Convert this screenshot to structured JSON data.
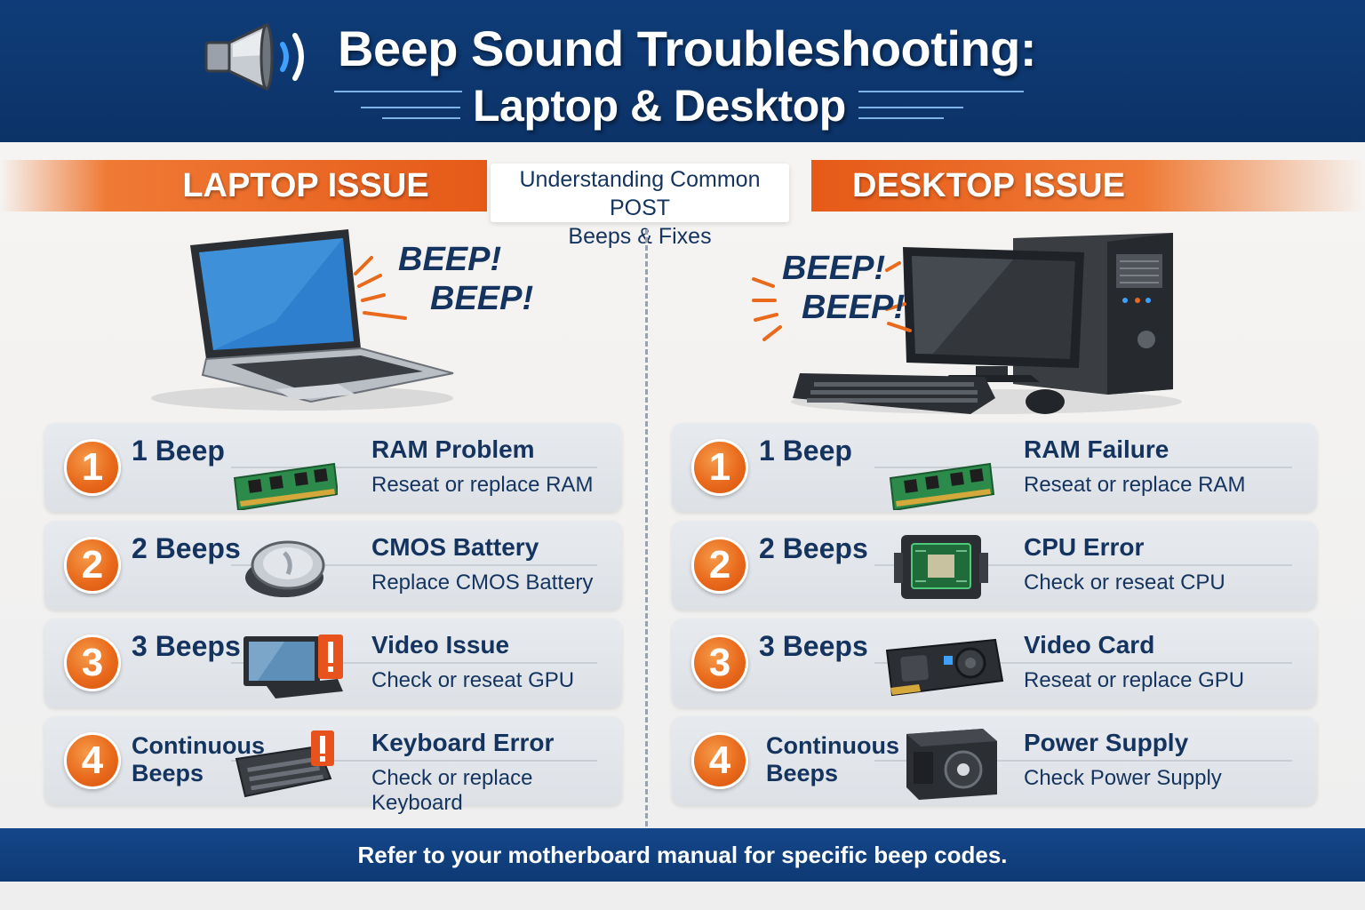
{
  "header": {
    "title_line1": "Beep Sound Troubleshooting:",
    "title_line2": "Laptop & Desktop"
  },
  "banners": {
    "laptop": "LAPTOP ISSUE",
    "desktop": "DESKTOP ISSUE",
    "subtitle_line1": "Understanding Common POST",
    "subtitle_line2": "Beeps & Fixes"
  },
  "beep_text": {
    "laptop": [
      "BEEP!",
      "BEEP!"
    ],
    "desktop": [
      "BEEP!",
      "BEEP!"
    ]
  },
  "colors": {
    "navy": "#0f3c78",
    "orange": "#e96a1c",
    "text": "#14345f"
  },
  "laptop_rows": [
    {
      "num": "1",
      "beeps": "1 Beep",
      "icon": "ram-stick-icon",
      "issue": "RAM Problem",
      "fix": "Reseat or replace RAM"
    },
    {
      "num": "2",
      "beeps": "2 Beeps",
      "icon": "cmos-battery-icon",
      "issue": "CMOS Battery",
      "fix": "Replace CMOS Battery"
    },
    {
      "num": "3",
      "beeps": "3 Beeps",
      "icon": "monitor-warning-icon",
      "issue": "Video Issue",
      "fix": "Check or reseat GPU"
    },
    {
      "num": "4",
      "beeps_line1": "Continuous",
      "beeps_line2": "Beeps",
      "icon": "keyboard-warning-icon",
      "issue": "Keyboard Error",
      "fix": "Check or replace Keyboard"
    }
  ],
  "desktop_rows": [
    {
      "num": "1",
      "beeps": "1 Beep",
      "icon": "ram-stick-icon",
      "issue": "RAM Failure",
      "fix": "Reseat or replace RAM"
    },
    {
      "num": "2",
      "beeps": "2 Beeps",
      "icon": "cpu-chip-icon",
      "issue": "CPU Error",
      "fix": "Check or reseat CPU"
    },
    {
      "num": "3",
      "beeps": "3 Beeps",
      "icon": "video-card-icon",
      "issue": "Video Card",
      "fix": "Reseat or replace GPU"
    },
    {
      "num": "4",
      "beeps_line1": "Continuous",
      "beeps_line2": "Beeps",
      "icon": "power-supply-icon",
      "issue": "Power Supply",
      "fix": "Check Power Supply"
    }
  ],
  "footer": {
    "note": "Refer to your motherboard manual for specific beep codes."
  }
}
